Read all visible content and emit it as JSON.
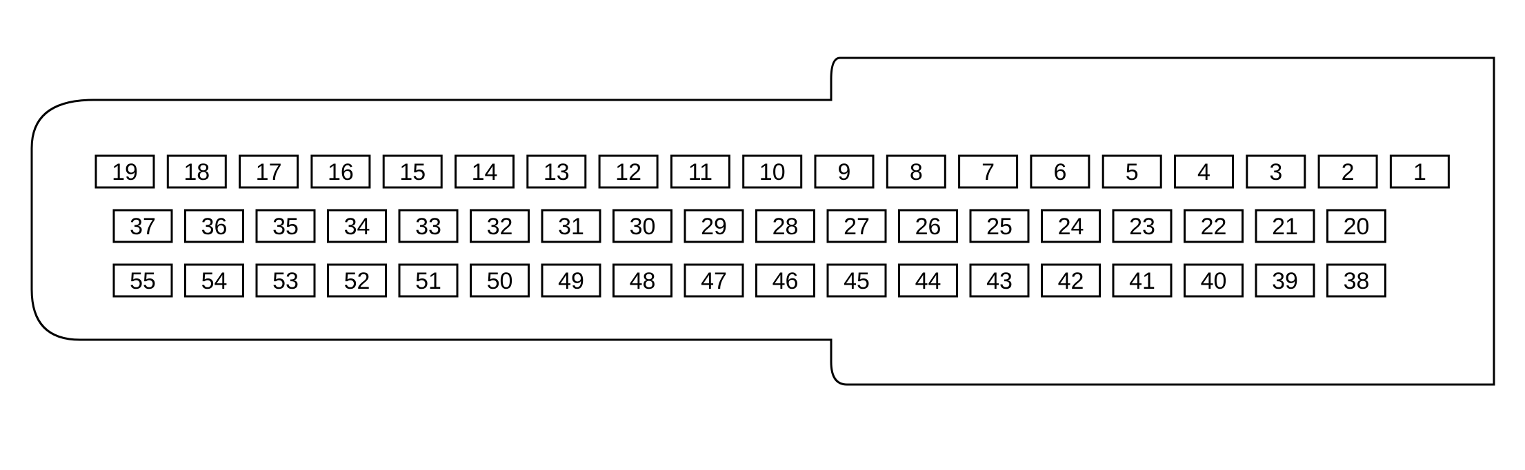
{
  "diagram": {
    "pin_rows": [
      [
        "19",
        "18",
        "17",
        "16",
        "15",
        "14",
        "13",
        "12",
        "11",
        "10",
        "9",
        "8",
        "7",
        "6",
        "5",
        "4",
        "3",
        "2",
        "1"
      ],
      [
        "37",
        "36",
        "35",
        "34",
        "33",
        "32",
        "31",
        "30",
        "29",
        "28",
        "27",
        "26",
        "25",
        "24",
        "23",
        "22",
        "21",
        "20"
      ],
      [
        "55",
        "54",
        "53",
        "52",
        "51",
        "50",
        "49",
        "48",
        "47",
        "46",
        "45",
        "44",
        "43",
        "42",
        "41",
        "40",
        "39",
        "38"
      ]
    ]
  }
}
